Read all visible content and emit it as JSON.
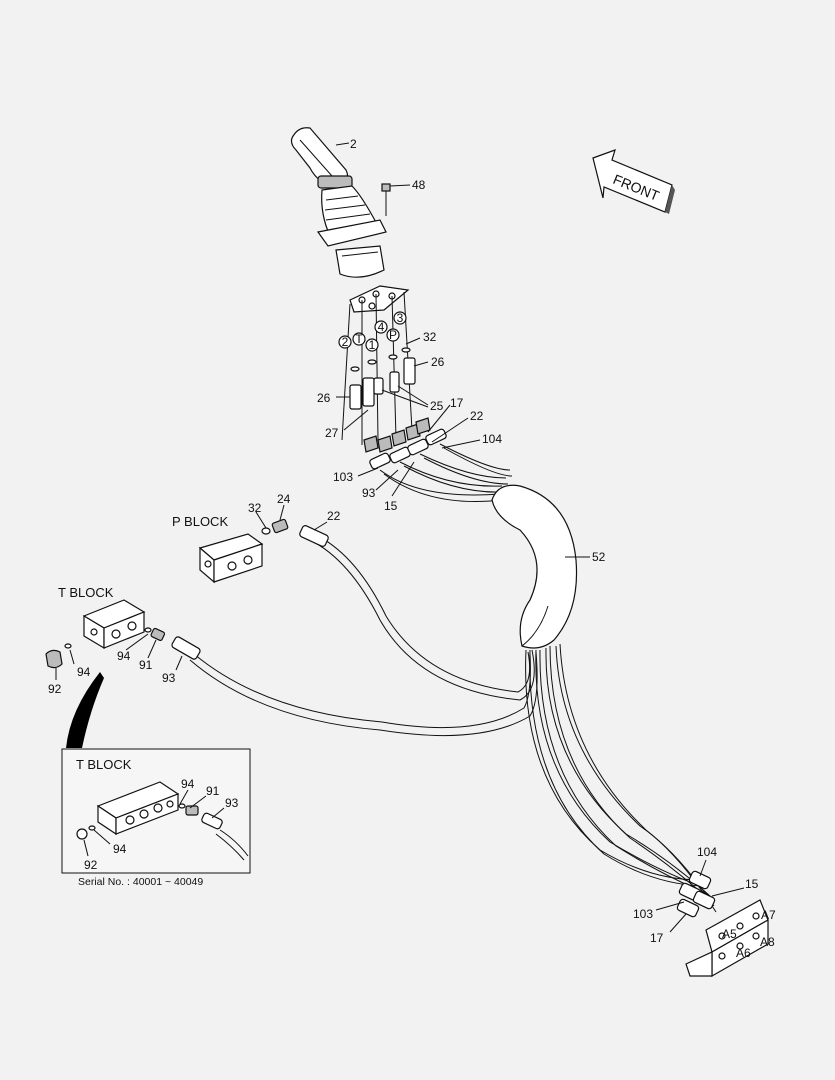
{
  "direction": {
    "text": "FRONT"
  },
  "blocks": {
    "p_block": "P BLOCK",
    "t_block": "T BLOCK",
    "t_block_inset": "T BLOCK"
  },
  "ports": [
    "2",
    "T",
    "1",
    "4",
    "P",
    "3"
  ],
  "valve_ports": [
    "A5",
    "A6",
    "A7",
    "A8"
  ],
  "inset": {
    "serial": "Serial No. : 40001 ~ 40049"
  },
  "part_labels": {
    "p2": "2",
    "p48": "48",
    "p32a": "32",
    "p26a": "26",
    "p26b": "26",
    "p25": "25",
    "p27": "27",
    "p17a": "17",
    "p22a": "22",
    "p104a": "104",
    "p103a": "103",
    "p93a": "93",
    "p15a": "15",
    "p52": "52",
    "p32b": "32",
    "p24": "24",
    "p22b": "22",
    "p94a": "94",
    "p94b": "94",
    "p91a": "91",
    "p93b": "93",
    "p92a": "92",
    "p94c": "94",
    "p91b": "91",
    "p93c": "93",
    "p94d": "94",
    "p92b": "92",
    "p104b": "104",
    "p15b": "15",
    "p103b": "103",
    "p17b": "17"
  }
}
